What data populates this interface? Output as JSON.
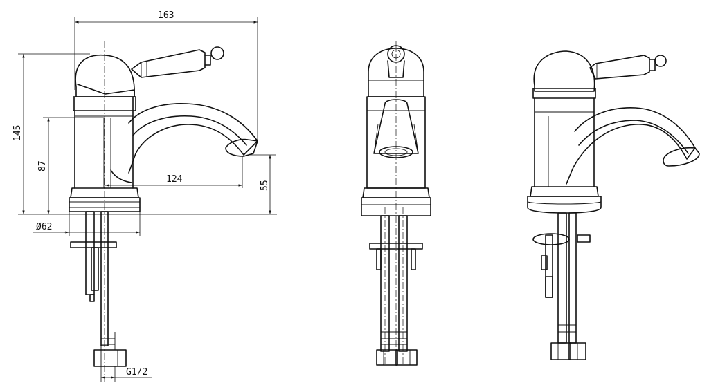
{
  "dimensions": {
    "overall_length": "163",
    "overall_height": "145",
    "body_height": "87",
    "spout_reach": "124",
    "spout_height": "55",
    "base_diameter": "Ø62",
    "thread": "G1/2"
  },
  "colors": {
    "line": "#111111",
    "background": "#ffffff"
  },
  "views": [
    "side-view",
    "front-view",
    "perspective-view"
  ]
}
